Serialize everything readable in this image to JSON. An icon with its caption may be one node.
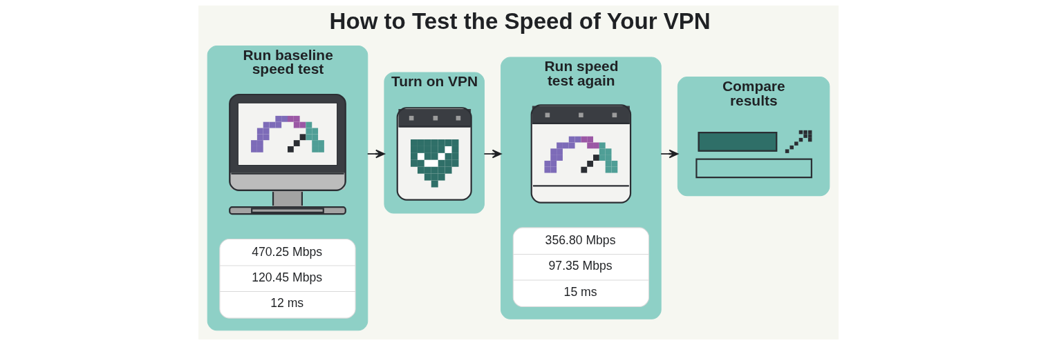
{
  "diagram": {
    "title": "How to Test the Speed of Your VPN",
    "nodes": [
      {
        "text": [
          "Run baseline speed test"
        ]
      },
      {
        "text": [],
        "shape": "picture",
        "in": 0
      },
      {
        "text": [
          "470.25 Mbps",
          "120.45 Mbps",
          "12 ms"
        ],
        "in": 0
      },
      {
        "text": [
          "Turn on VPN"
        ]
      },
      {
        "text": [],
        "shape": "picture",
        "in": 3
      },
      {
        "text": [
          "Run speed test again"
        ]
      },
      {
        "text": [],
        "shape": "picture",
        "in": 5
      },
      {
        "text": [
          "356.80 Mbps",
          "97.35 Mbps",
          "15 ms"
        ],
        "in": 5
      },
      {
        "text": [
          "Compare results"
        ]
      },
      {
        "text": [],
        "shape": "picture",
        "in": 8
      }
    ],
    "edges": [
      {
        "from": 0,
        "to": 3,
        "arrow": "to"
      },
      {
        "from": 3,
        "to": 5,
        "arrow": "to"
      },
      {
        "from": 5,
        "to": 8,
        "arrow": "to"
      }
    ]
  }
}
